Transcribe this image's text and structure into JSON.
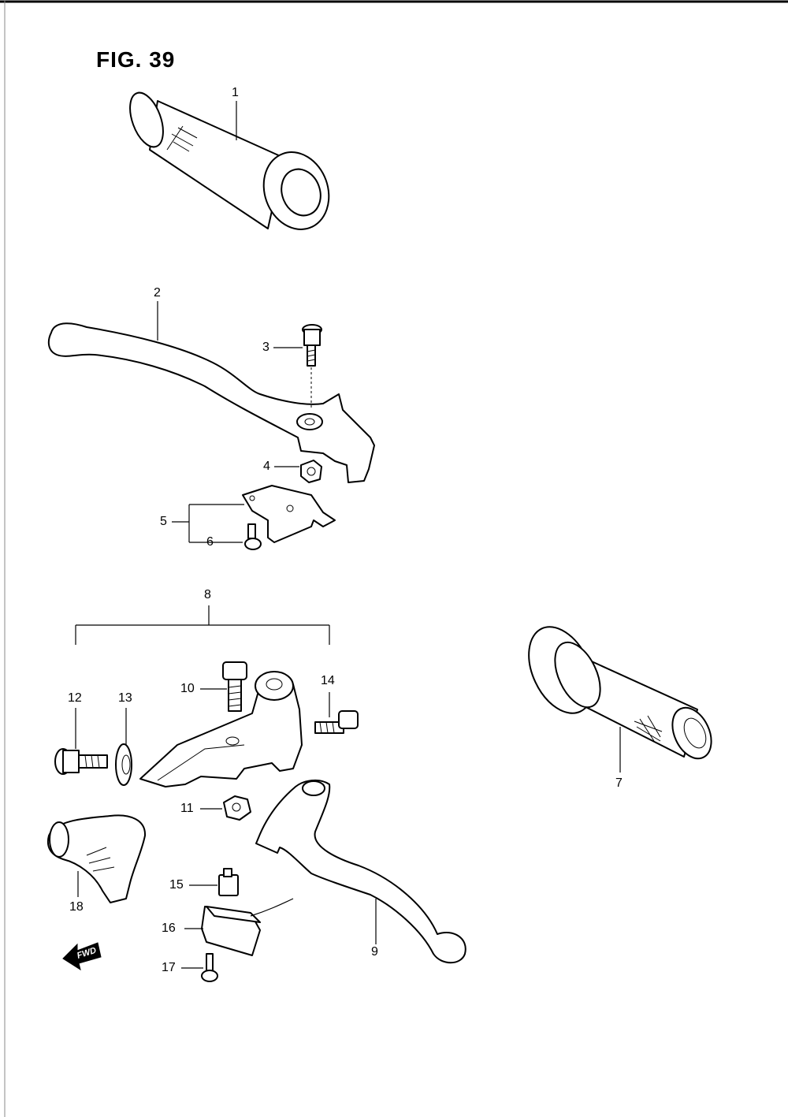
{
  "figure": {
    "title": "FIG. 39"
  },
  "callouts": {
    "p1": "1",
    "p2": "2",
    "p3": "3",
    "p4": "4",
    "p5": "5",
    "p6": "6",
    "p7": "7",
    "p8": "8",
    "p9": "9",
    "p10": "10",
    "p11": "11",
    "p12": "12",
    "p13": "13",
    "p14": "14",
    "p15": "15",
    "p16": "16",
    "p17": "17",
    "p18": "18"
  },
  "direction_marker": {
    "label": "FWD"
  }
}
